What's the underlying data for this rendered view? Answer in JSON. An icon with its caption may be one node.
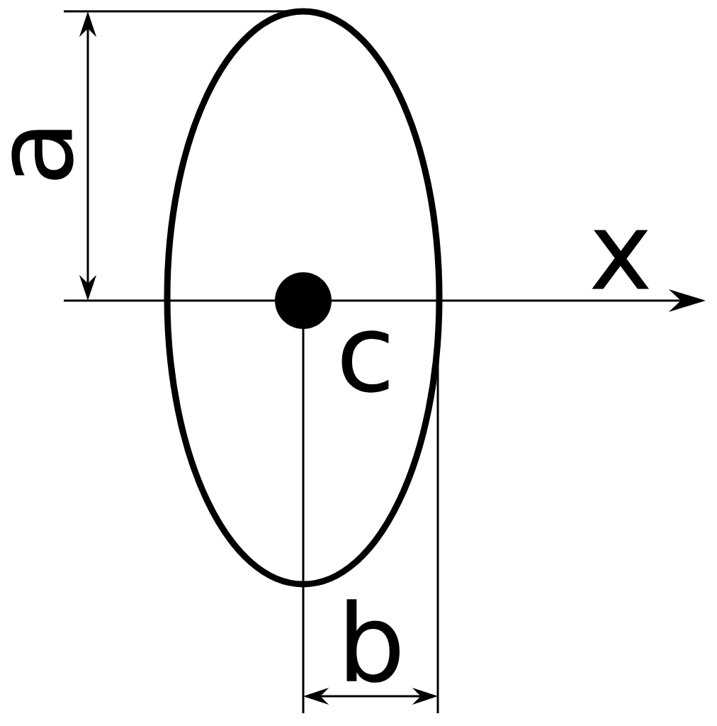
{
  "diagram": {
    "labels": [
      "a",
      "x",
      "c",
      "b"
    ]
  }
}
